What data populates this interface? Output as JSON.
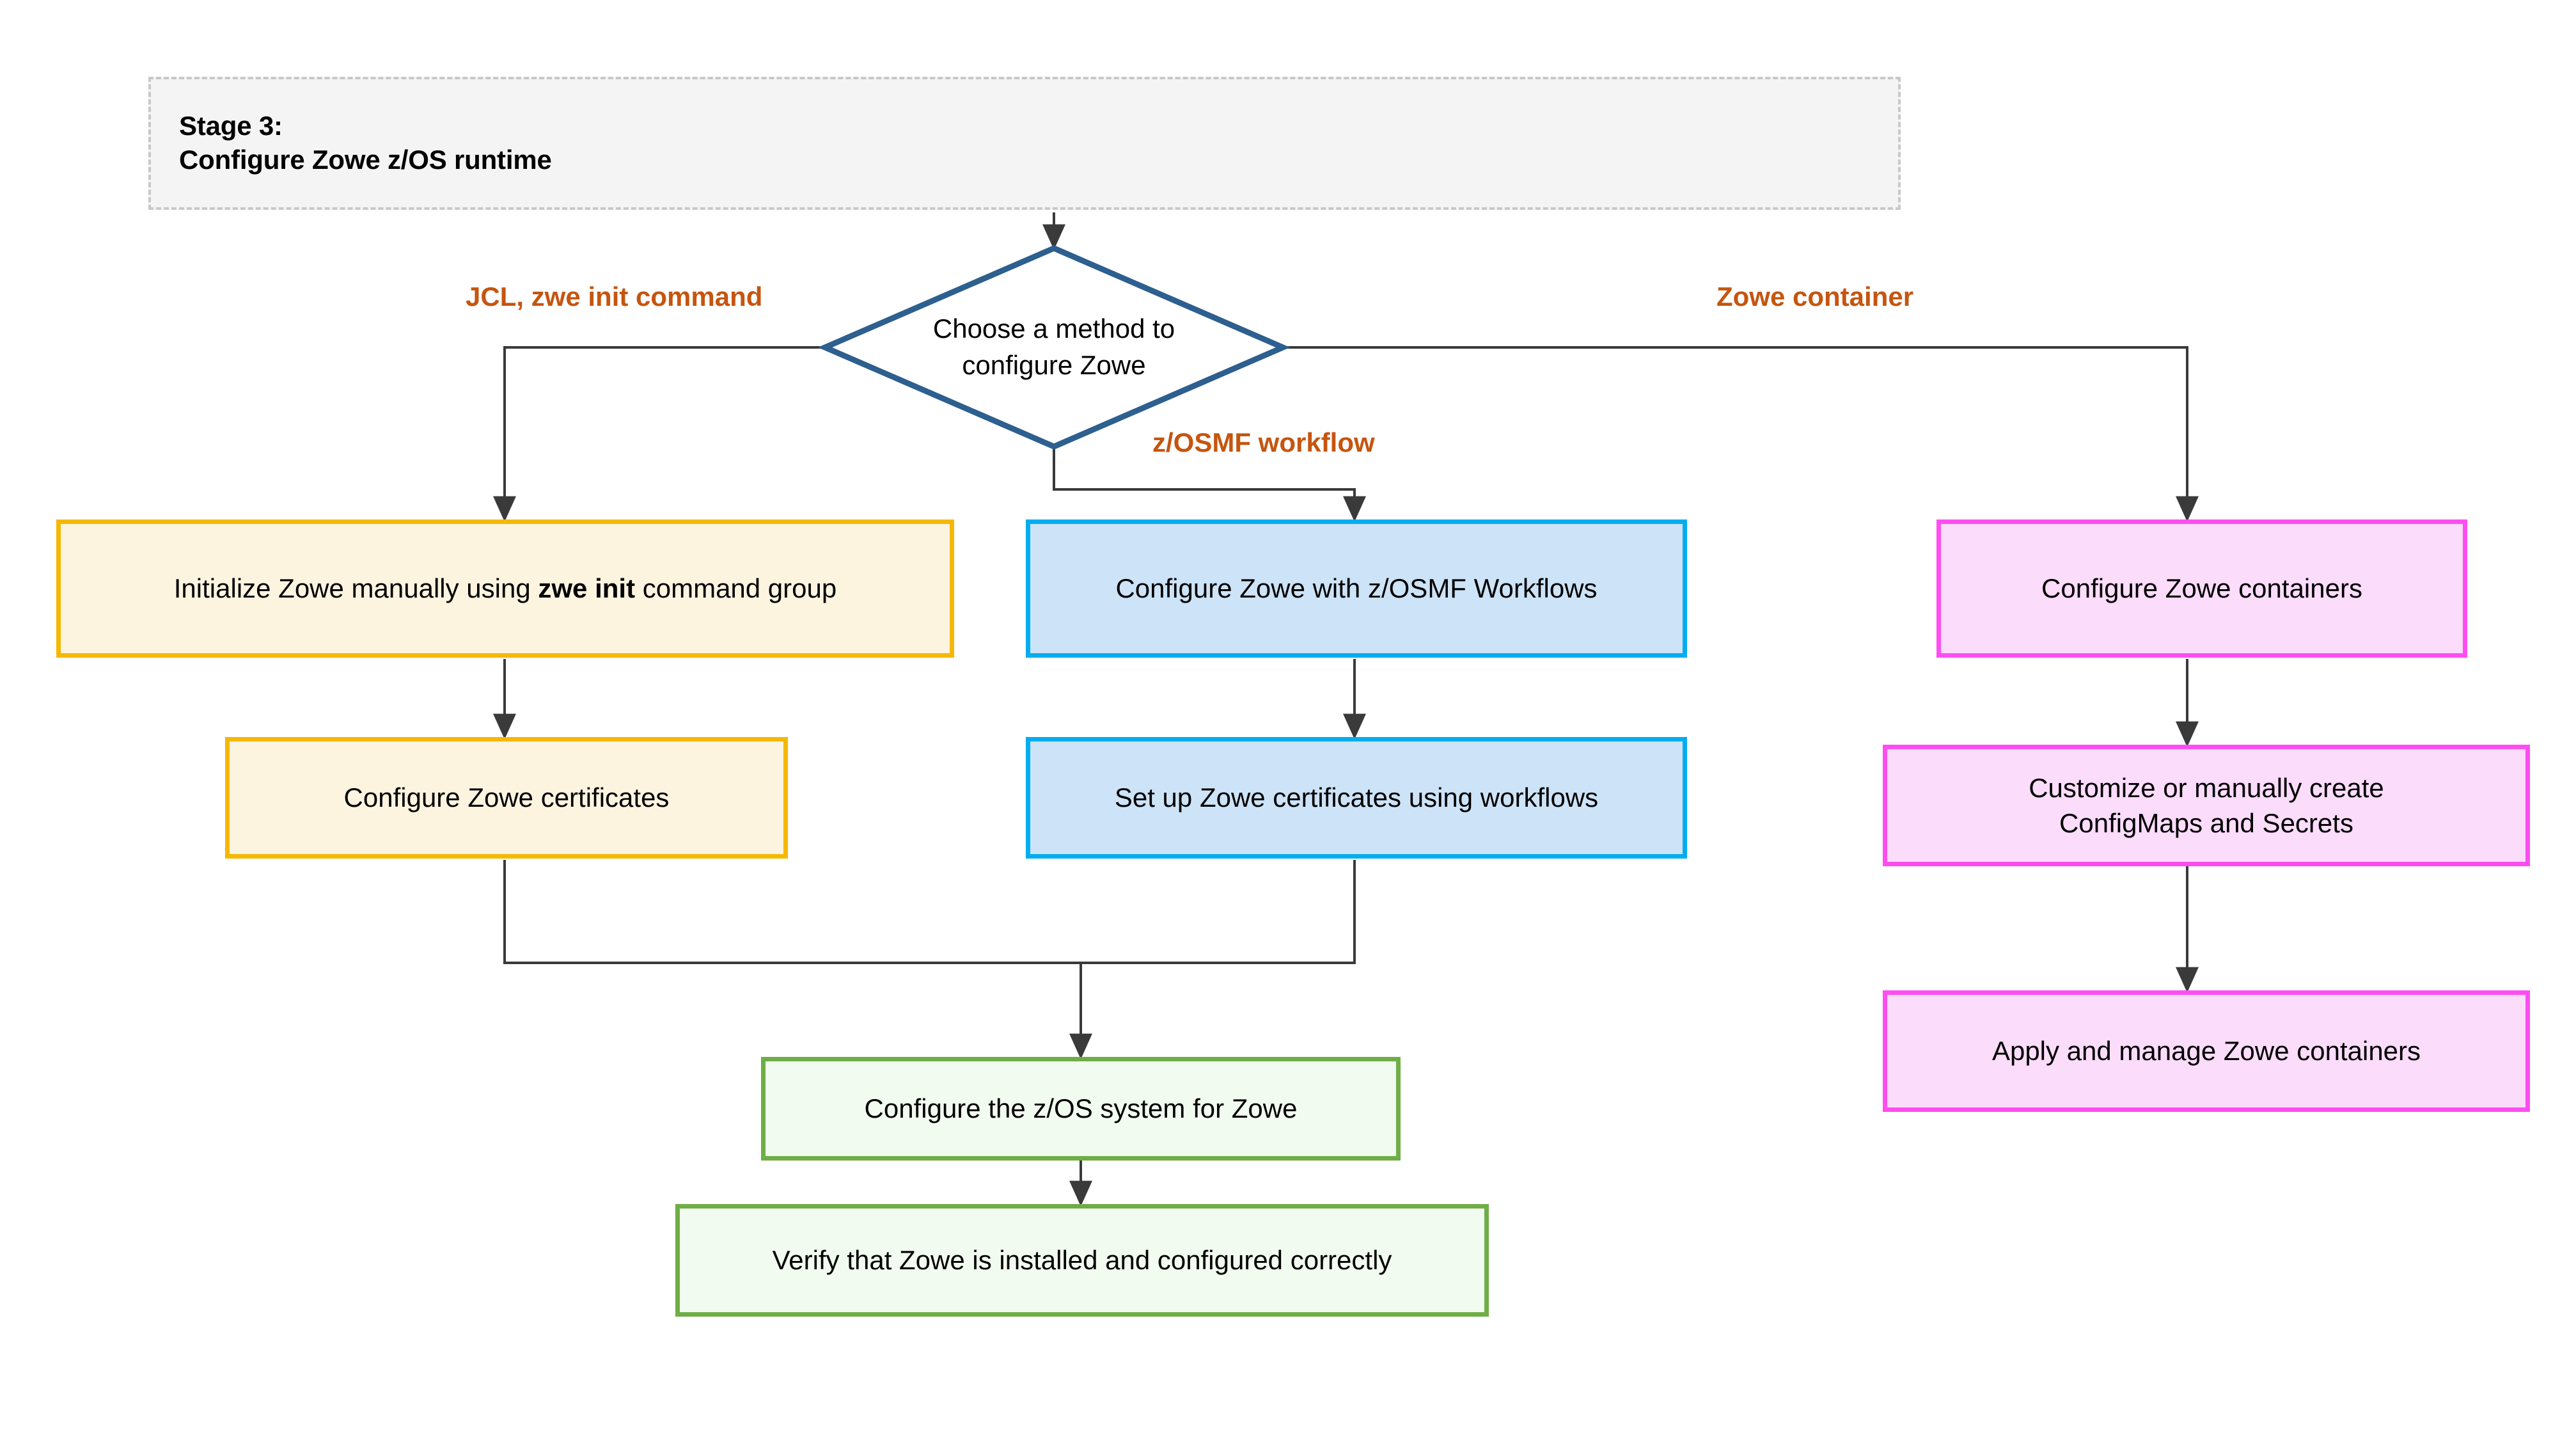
{
  "diagram": {
    "title": "Stage 3: Configure Zowe z/OS runtime",
    "type": "flowchart",
    "colors": {
      "stage_fill": "#f4f4f4",
      "stage_border": "#c8c8c8",
      "decision_border": "#2d5f8f",
      "edge_label_orange": "#c5550f",
      "yellow_border": "#f5b800",
      "yellow_fill": "#fdf4e0",
      "blue_border": "#00aeef",
      "blue_fill": "#cde3f7",
      "pink_border": "#ff4df2",
      "pink_fill": "#fbdcfb",
      "green_border": "#6fae46",
      "green_fill": "#f2fbf0",
      "connector": "#3a3a3a"
    }
  },
  "stage": {
    "line1": "Stage 3:",
    "line2": "Configure Zowe z/OS runtime"
  },
  "decision": {
    "line1": "Choose a method to",
    "line2": "configure Zowe"
  },
  "edge_labels": {
    "left": "JCL, zwe init command",
    "middle": "z/OSMF workflow",
    "right": "Zowe container"
  },
  "nodes": {
    "yellow_1_pre": "Initialize Zowe manually using ",
    "yellow_1_bold": "zwe init",
    "yellow_1_post": " command group",
    "yellow_2": "Configure Zowe certificates",
    "blue_1": "Configure Zowe with z/OSMF Workflows",
    "blue_2": "Set up Zowe certificates using workflows",
    "pink_1": "Configure Zowe containers",
    "pink_2_line1": "Customize or manually create",
    "pink_2_line2": "ConfigMaps and Secrets",
    "pink_3": "Apply and manage Zowe containers",
    "green_1": "Configure the z/OS system for Zowe",
    "green_2": "Verify that Zowe is installed and configured correctly"
  }
}
